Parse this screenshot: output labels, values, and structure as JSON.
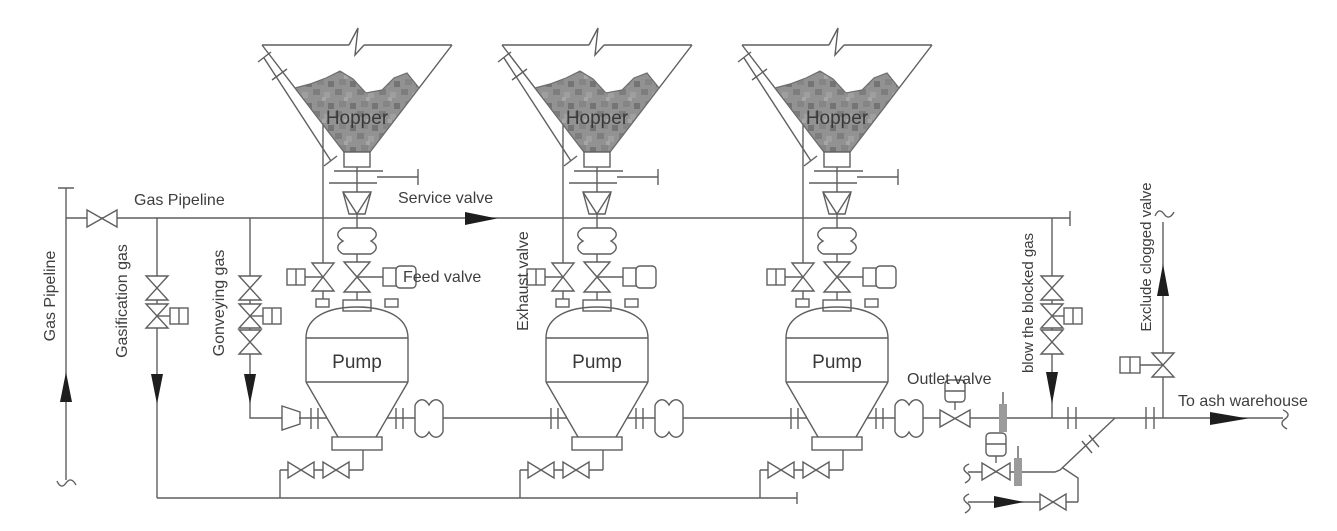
{
  "diagram": {
    "labels": {
      "gas_pipeline_h": "Gas Pipeline",
      "gas_pipeline_v": "Gas Pipeline",
      "gasification_gas": "Gasification gas",
      "conveying_gas": "Gonveying gas",
      "service_valve": "Service valve",
      "feed_valve": "Feed valve",
      "exhaust_valve": "Exhaust valve",
      "outlet_valve": "Outlet valve",
      "blow_blocked_gas": "blow the blocked gas",
      "exclude_clogged_valve": "Exclude clogged valve",
      "to_ash_warehouse": "To ash warehouse"
    },
    "units": [
      {
        "hopper_label": "Hopper",
        "pump_label": "Pump"
      },
      {
        "hopper_label": "Hopper",
        "pump_label": "Pump"
      },
      {
        "hopper_label": "Hopper",
        "pump_label": "Pump"
      }
    ],
    "colors": {
      "line": "#5f5f5f",
      "text": "#3e3e3e",
      "ash_fill": "#929292",
      "arrow": "#1e1e1e",
      "instrument": "#9b9b9b",
      "background": "#ffffff"
    }
  }
}
